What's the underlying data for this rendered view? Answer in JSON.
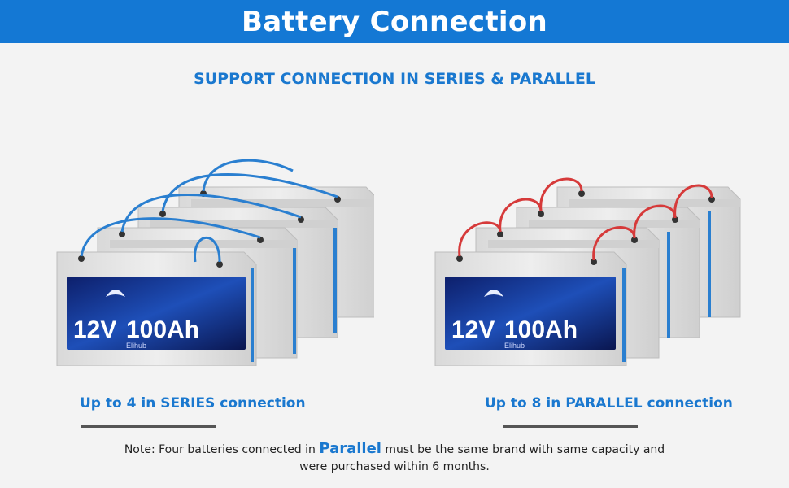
{
  "header": {
    "title": "Battery Connection"
  },
  "subtitle": "SUPPORT CONNECTION IN SERIES & PARALLEL",
  "battery_label": {
    "voltage": "12V",
    "capacity": "100Ah",
    "brand": "Elihub"
  },
  "series": {
    "caption": "Up to 4 in SERIES connection",
    "cable_color": "#2a7fd0",
    "count": 4
  },
  "parallel": {
    "caption": "Up to 8 in PARALLEL connection",
    "cable_color": "#d63a3a",
    "count": 4
  },
  "note": {
    "before": "Note: Four batteries connected in ",
    "highlight": "Parallel",
    "after": " must be the same brand with same capacity and",
    "line2": "were purchased within 6 months."
  },
  "colors": {
    "banner": "#1478d4",
    "accent": "#1a78cf"
  }
}
